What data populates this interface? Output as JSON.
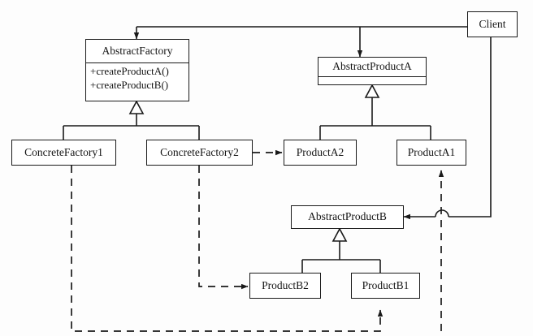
{
  "diagram": {
    "title": "Abstract Factory pattern class diagram",
    "type": "uml-class-diagram",
    "background_color": "#fdfdfd",
    "line_color": "#1a1a1a"
  },
  "classes": {
    "client": {
      "name": "Client"
    },
    "abstract_factory": {
      "name": "AbstractFactory",
      "operations": [
        "+createProductA()",
        "+createProductB()"
      ]
    },
    "abstract_product_a": {
      "name": "AbstractProductA"
    },
    "abstract_product_b": {
      "name": "AbstractProductB"
    },
    "concrete_factory_1": {
      "name": "ConcreteFactory1"
    },
    "concrete_factory_2": {
      "name": "ConcreteFactory2"
    },
    "product_a1": {
      "name": "ProductA1"
    },
    "product_a2": {
      "name": "ProductA2"
    },
    "product_b1": {
      "name": "ProductB1"
    },
    "product_b2": {
      "name": "ProductB2"
    }
  },
  "relationships": [
    {
      "from": "Client",
      "to": "AbstractFactory",
      "kind": "association",
      "style": "solid-arrow"
    },
    {
      "from": "Client",
      "to": "AbstractProductA",
      "kind": "association",
      "style": "solid-arrow"
    },
    {
      "from": "Client",
      "to": "AbstractProductB",
      "kind": "association",
      "style": "solid-arrow"
    },
    {
      "from": "ConcreteFactory1",
      "to": "AbstractFactory",
      "kind": "generalization",
      "style": "hollow-triangle"
    },
    {
      "from": "ConcreteFactory2",
      "to": "AbstractFactory",
      "kind": "generalization",
      "style": "hollow-triangle"
    },
    {
      "from": "ProductA1",
      "to": "AbstractProductA",
      "kind": "generalization",
      "style": "hollow-triangle"
    },
    {
      "from": "ProductA2",
      "to": "AbstractProductA",
      "kind": "generalization",
      "style": "hollow-triangle"
    },
    {
      "from": "ProductB1",
      "to": "AbstractProductB",
      "kind": "generalization",
      "style": "hollow-triangle"
    },
    {
      "from": "ProductB2",
      "to": "AbstractProductB",
      "kind": "generalization",
      "style": "hollow-triangle"
    },
    {
      "from": "ConcreteFactory1",
      "to": "ProductA1",
      "kind": "dependency",
      "style": "dashed-arrow"
    },
    {
      "from": "ConcreteFactory1",
      "to": "ProductB1",
      "kind": "dependency",
      "style": "dashed-arrow"
    },
    {
      "from": "ConcreteFactory2",
      "to": "ProductA2",
      "kind": "dependency",
      "style": "dashed-arrow"
    },
    {
      "from": "ConcreteFactory2",
      "to": "ProductB2",
      "kind": "dependency",
      "style": "dashed-arrow"
    }
  ]
}
